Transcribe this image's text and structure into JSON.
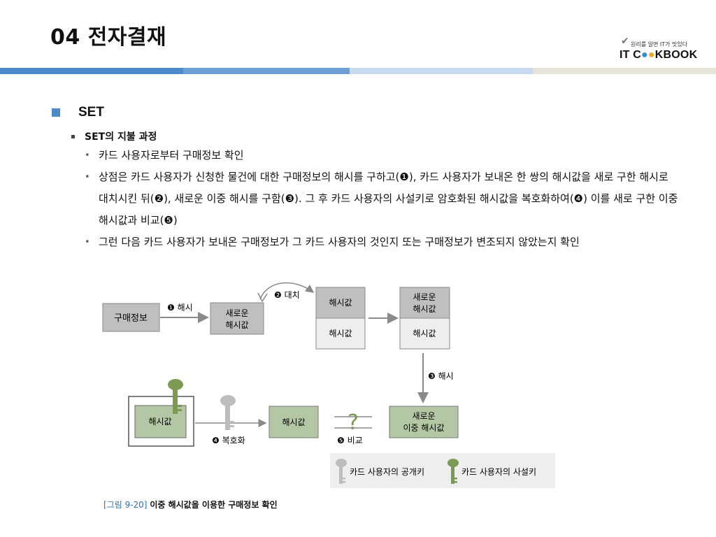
{
  "header": {
    "title": "04 전자결재",
    "logo_tagline": "원리를 알면 IT가 맛있다",
    "logo_part1": "IT C",
    "logo_part2": "KBOOK"
  },
  "colors": {
    "accent": "#4e8acb",
    "box_gray": "#bfbfbf",
    "box_green": "#b4c7a5",
    "box_light": "#eeeeee",
    "public_key": "#bdbdbd",
    "private_key": "#7c9a51"
  },
  "content": {
    "section": "SET",
    "subsection": "SET의 지불 과정",
    "bullets": [
      "카드 사용자로부터 구매정보 확인",
      "상점은 카드 사용자가 신청한 물건에 대한 구매정보의 해시를 구하고(❶), 카드 사용자가 보내온 한 쌍의 해시값을 새로 구한 해시로 대치시킨 뒤(❷), 새로운 이중 해시를 구함(❸). 그 후 카드 사용자의 사설키로 암호화된 해시값을 복호화하여(❹) 이를 새로 구한 이중 해시값과 비교(❺)",
      "그런 다음 카드 사용자가 보내온 구매정보가 그 카드 사용자의 것인지 또는 구매정보가 변조되지 않았는지 확인"
    ]
  },
  "diagram": {
    "purchase_info": "구매정보",
    "step1": "❶ 해시",
    "new_hash_1": "새로운",
    "new_hash_2": "해시값",
    "step2": "❷ 대치",
    "pair_top": "해시값",
    "pair_bottom": "해시값",
    "pair2_top_1": "새로운",
    "pair2_top_2": "해시값",
    "pair2_bottom": "해시값",
    "step3": "❸ 해시",
    "dual_1": "새로운",
    "dual_2": "이중 해시값",
    "encrypted": "해시값",
    "step4": "❹ 복호화",
    "decrypted": "해시값",
    "compare_mark": "?",
    "step5": "❺ 비교",
    "legend_public": "카드 사용자의 공개키",
    "legend_private": "카드 사용자의 사설키"
  },
  "caption": {
    "number": "[그림 9-20]",
    "text": "이중 해시값을 이용한 구매정보 확인"
  }
}
